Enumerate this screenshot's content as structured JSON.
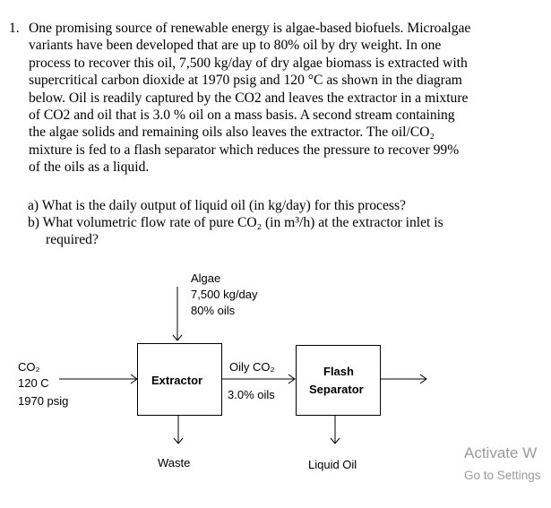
{
  "problem": {
    "number": "1.",
    "lines": [
      "One promising source of renewable energy is algae-based biofuels. Microalgae",
      "variants have been developed that are up to 80% oil by dry weight. In one",
      "process to recover this oil, 7,500 kg/day of dry algae biomass is extracted with",
      "supercritical carbon dioxide at 1970 psig and 120 °C as shown in the diagram",
      "below.  Oil is readily captured by the CO2 and leaves the extractor in a mixture",
      "of CO2 and oil that is 3.0 % oil on a mass basis. A second stream containing",
      "the algae solids and remaining oils also leaves the extractor. The oil/CO₂",
      "mixture is fed to a flash separator which reduces the pressure to recover 99%",
      "of the oils as a liquid."
    ]
  },
  "questions": {
    "a": "a) What is the daily output of liquid oil (in kg/day) for this process?",
    "b_line1": "b) What volumetric flow rate of pure CO₂ (in m³/h) at the extractor inlet is",
    "b_line2": "required?"
  },
  "diagram": {
    "algae_label": "Algae",
    "algae_rate": "7,500 kg/day",
    "algae_oil": "80% oils",
    "co2_label": "CO₂",
    "co2_temp": "120 C",
    "co2_pressure": "1970 psig",
    "extractor_label": "Extractor",
    "oily_co2_label": "Oily CO₂",
    "oily_pct": "3.0% oils",
    "flash_line1": "Flash",
    "flash_line2": "Separator",
    "waste_label": "Waste",
    "liquid_oil_label": "Liquid Oil"
  },
  "watermark": {
    "title": "Activate W",
    "subtitle": "Go to Settings"
  }
}
